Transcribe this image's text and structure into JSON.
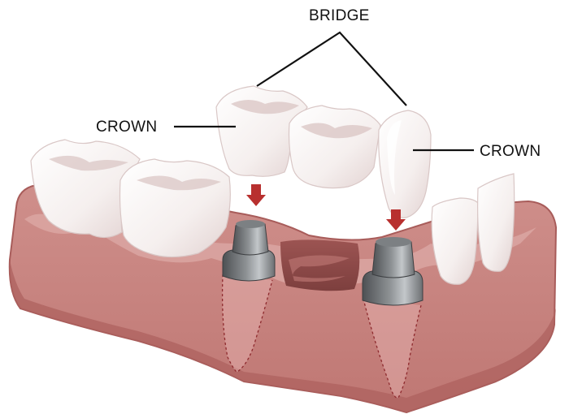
{
  "diagram": {
    "labels": {
      "bridge": "BRIDGE",
      "crown_left": "CROWN",
      "crown_right": "CROWN"
    },
    "colors": {
      "gum": "#c27b77",
      "gum_dark": "#a85c5a",
      "gum_light": "#dba6a2",
      "gum_highlight": "#e9c2bf",
      "tooth": "#f7f3f2",
      "tooth_shade": "#e3d3d2",
      "implant": "#6c6f72",
      "implant_light": "#a9adb0",
      "arrow": "#b8302f",
      "leader": "#111111",
      "dotted_root": "#8e2a2e"
    },
    "icons": {
      "arrow_left": "down-arrow-icon",
      "arrow_right": "down-arrow-icon"
    }
  }
}
